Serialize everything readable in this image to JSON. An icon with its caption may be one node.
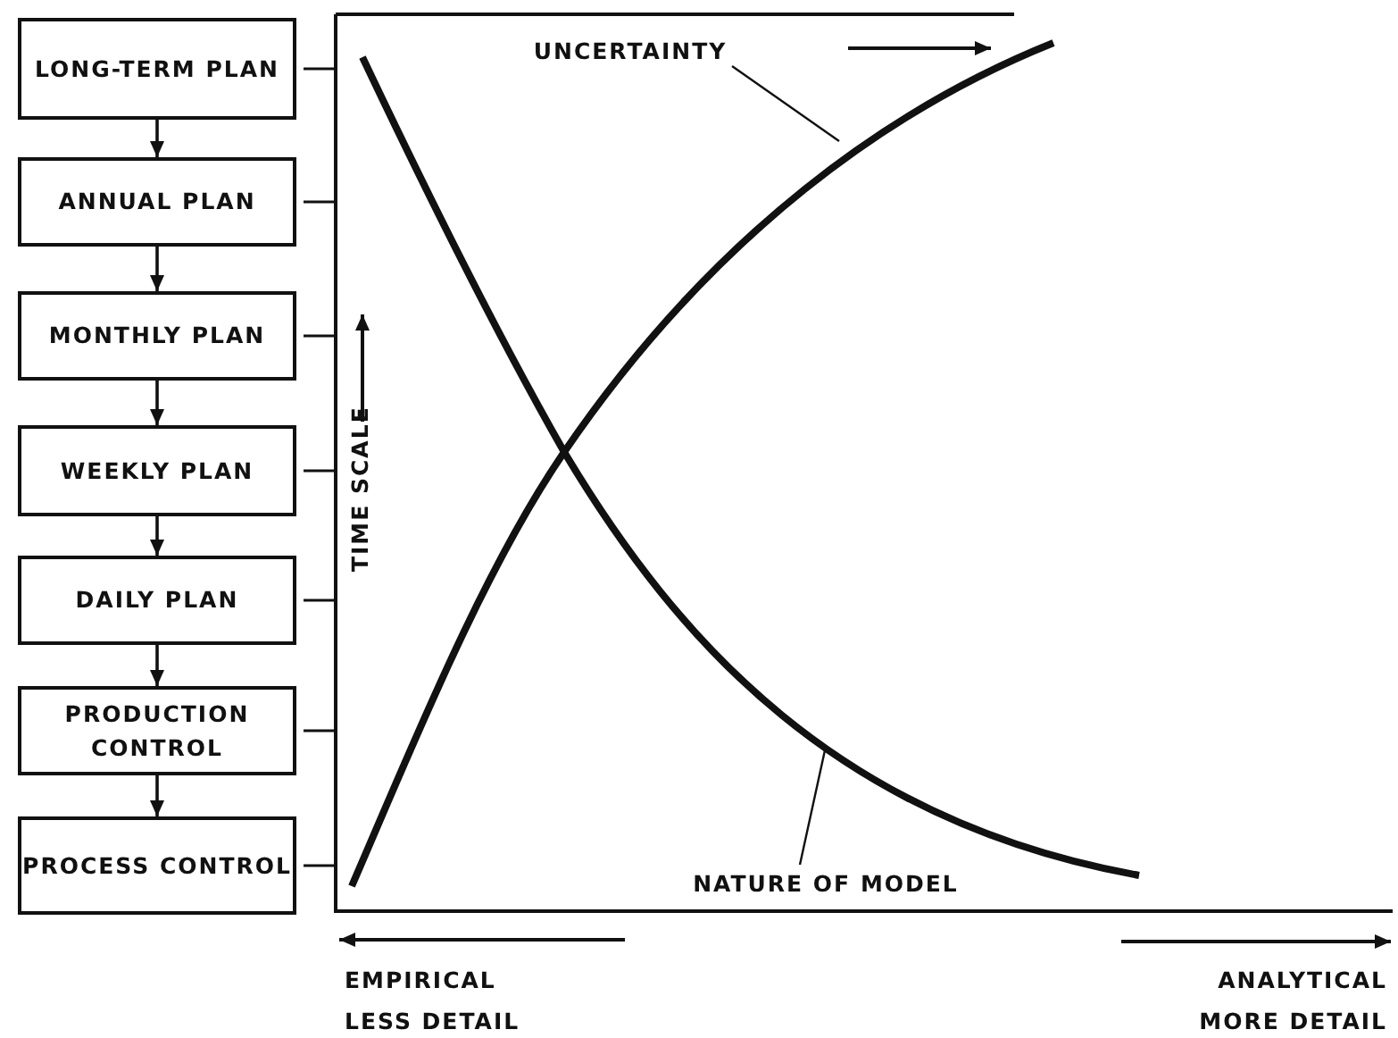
{
  "diagram": {
    "nodes": [
      {
        "text": [
          "LONG-TERM PLAN"
        ]
      },
      {
        "text": [
          "ANNUAL PLAN"
        ]
      },
      {
        "text": [
          "MONTHLY PLAN"
        ]
      },
      {
        "text": [
          "WEEKLY PLAN"
        ]
      },
      {
        "text": [
          "DAILY PLAN"
        ]
      },
      {
        "text": [
          "PRODUCTION CONTROL"
        ]
      },
      {
        "text": [
          "PROCESS CONTROL"
        ]
      },
      {
        "text": [
          "UNCERTAINTY"
        ]
      },
      {
        "text": [
          "NATURE OF MODEL"
        ]
      }
    ],
    "edges": [
      {
        "from": 0,
        "to": 1,
        "arrow": "to"
      },
      {
        "from": 1,
        "to": 2,
        "arrow": "to"
      },
      {
        "from": 2,
        "to": 3,
        "arrow": "to"
      },
      {
        "from": 3,
        "to": 4,
        "arrow": "to"
      },
      {
        "from": 4,
        "to": 5,
        "arrow": "to"
      },
      {
        "from": 5,
        "to": 6,
        "arrow": "to"
      },
      {
        "from": 7,
        "to": null,
        "arrow": "none"
      },
      {
        "from": 8,
        "to": null,
        "arrow": "none"
      }
    ],
    "labels": [
      "TIME SCALE",
      "EMPIRICAL",
      "LESS DETAIL",
      "ANALYTICAL",
      "MORE DETAIL"
    ]
  }
}
